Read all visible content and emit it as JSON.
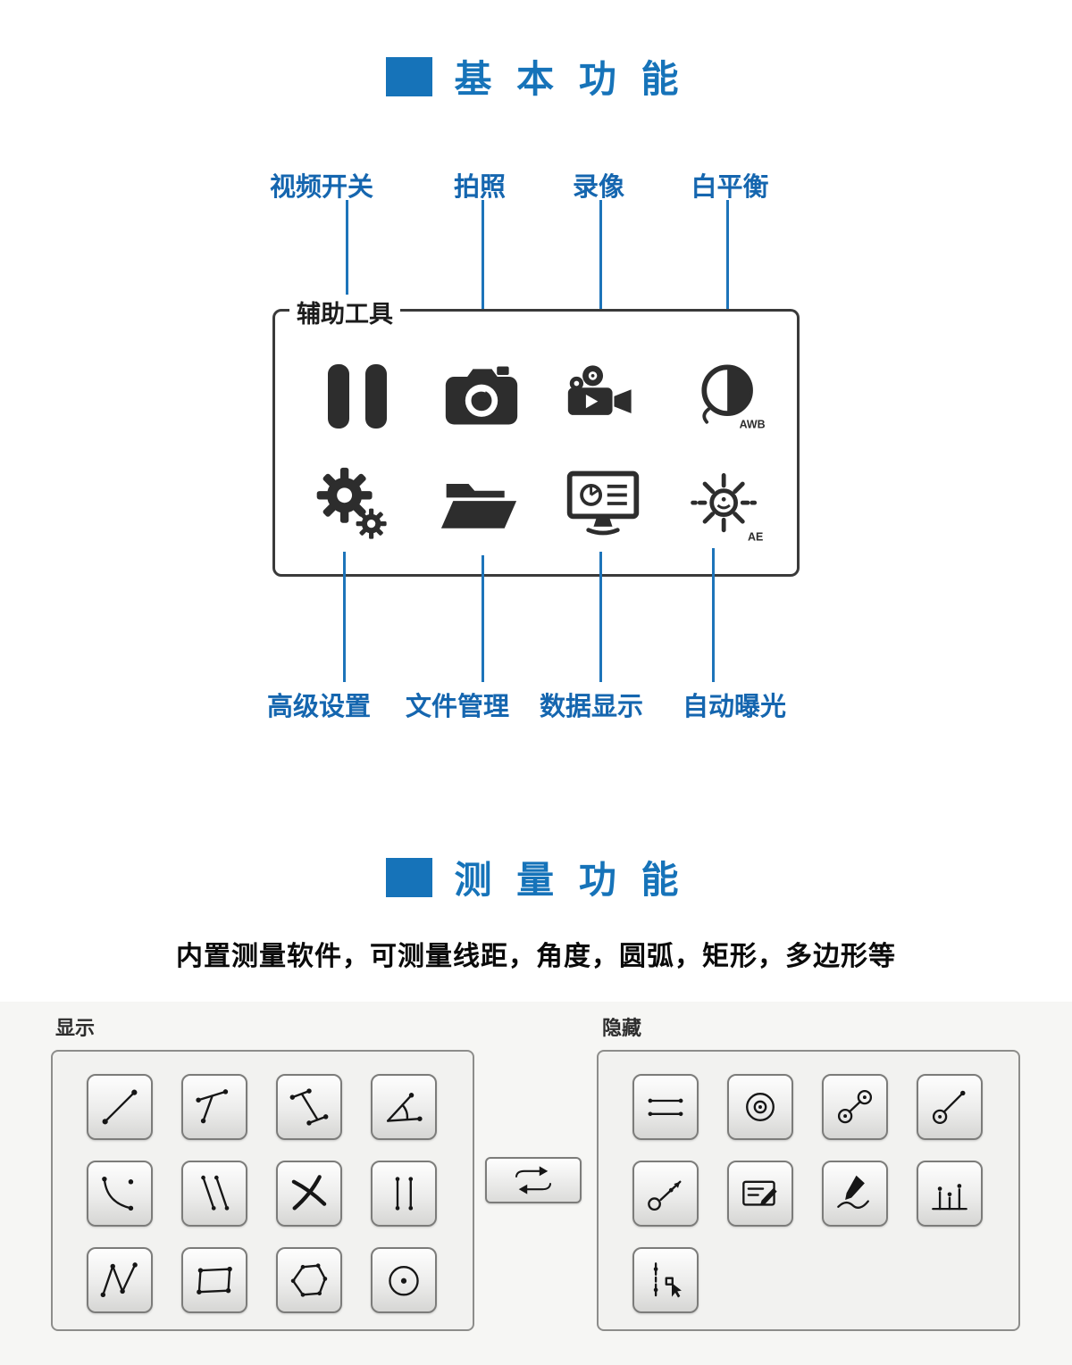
{
  "page": {
    "background": "#ffffff",
    "accent_blue": "#1673b9",
    "label_blue": "#1566af"
  },
  "section_basic": {
    "title": "基 本 功 能",
    "panel_title": "辅助工具",
    "top_labels": [
      "视频开关",
      "拍照",
      "录像",
      "白平衡"
    ],
    "bottom_labels": [
      "高级设置",
      "文件管理",
      "数据显示",
      "自动曝光"
    ],
    "icons_row1": [
      "pause-icon",
      "camera-icon",
      "video-camera-icon",
      "white-balance-dial-icon"
    ],
    "icons_row2": [
      "gears-icon",
      "folder-icon",
      "data-monitor-icon",
      "auto-exposure-sun-icon"
    ],
    "awb_text": "AWB",
    "ae_text": "AE"
  },
  "section_measure": {
    "title": "测 量 功 能",
    "description": "内置测量软件，可测量线距，角度，圆弧，矩形，多边形等",
    "show_panel_label": "显示",
    "hide_panel_label": "隐藏",
    "show_tools": [
      "line",
      "point-to-line",
      "segment-distance",
      "angle",
      "arc",
      "parallel-lines",
      "cross-lines",
      "parallel-vertical-lines",
      "polyline",
      "rectangle",
      "polygon",
      "circle"
    ],
    "hide_tools": [
      "parallel-horizontal-lines",
      "concentric-circles",
      "circle-to-circle",
      "circle-to-point",
      "circle-to-line",
      "annotation",
      "pen",
      "scale-marks",
      "point-capture"
    ],
    "swap_button_icon": "swap-arrows-icon"
  }
}
